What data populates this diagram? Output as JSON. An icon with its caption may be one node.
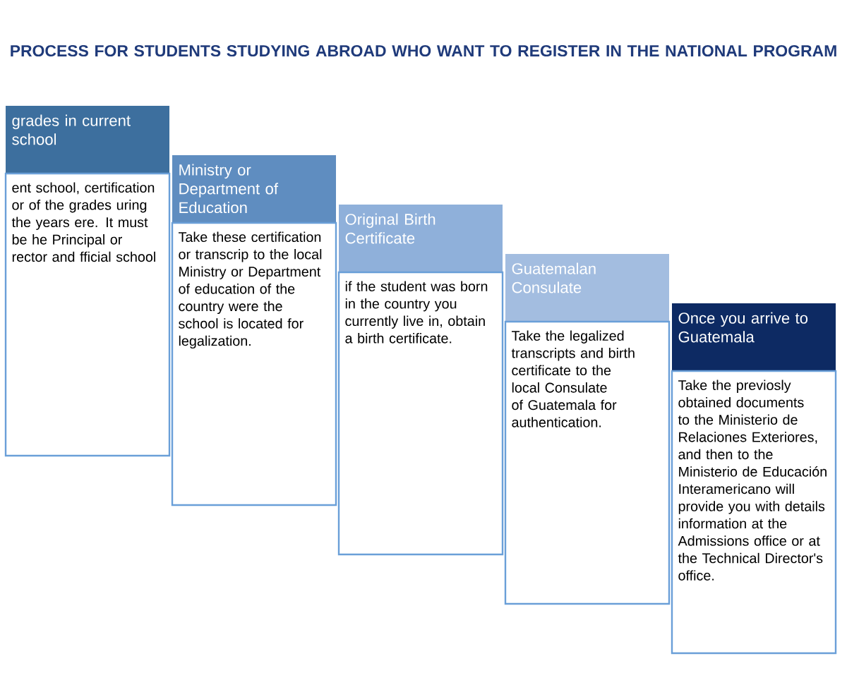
{
  "diagram": {
    "title": "PROCESS FOR STUDENTS STUDYING ABROAD WHO WANT TO REGISTER IN THE NATIONAL PROGRAM",
    "nodes": [
      {
        "text": [
          "grades in current school",
          "ent school, certification or of the grades uring the years ere. It must be he Principal or rector and fficial school"
        ]
      },
      {
        "text": [
          "Ministry  or Department of Education",
          "Take these certification or transcrip to the local Ministry  or Department of education of the country were the school is located for legalization."
        ]
      },
      {
        "text": [
          "Original Birth Certificate",
          "if the student was born in the country you currently live in, obtain a birth certificate."
        ]
      },
      {
        "text": [
          "Guatemalan Consulate",
          "Take the legalized transcripts and birth certificate to the local Consulate of Guatemala for authentication."
        ]
      },
      {
        "text": [
          "Once you arrive to Guatemala",
          "Take the previosly obtained documents to the Ministerio de Relaciones Exteriores, and then to the Ministerio de Educación Interamericano will provide you with details information at the Admissions office or at the Technical Director's office."
        ]
      }
    ]
  }
}
